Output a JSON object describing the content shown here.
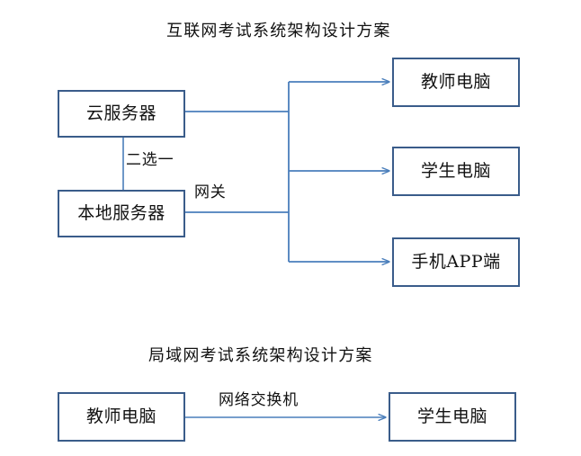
{
  "diagram": {
    "sections": [
      {
        "id": "internet-exam-architecture",
        "title": "互联网考试系统架构设计方案",
        "nodes": {
          "cloud_server": "云服务器",
          "local_server": "本地服务器",
          "teacher_pc": "教师电脑",
          "student_pc": "学生电脑",
          "mobile_app": "手机APP端"
        },
        "edge_labels": {
          "choose_one": "二选一",
          "gateway": "网关"
        }
      },
      {
        "id": "lan-exam-architecture",
        "title": "局域网考试系统架构设计方案",
        "nodes": {
          "teacher_pc": "教师电脑",
          "student_pc": "学生电脑"
        },
        "edge_labels": {
          "switch": "网络交换机"
        }
      }
    ],
    "colors": {
      "node_border": "#3a5c8a",
      "connector": "#4a7ebb",
      "text": "#121212",
      "background": "#ffffff"
    }
  }
}
